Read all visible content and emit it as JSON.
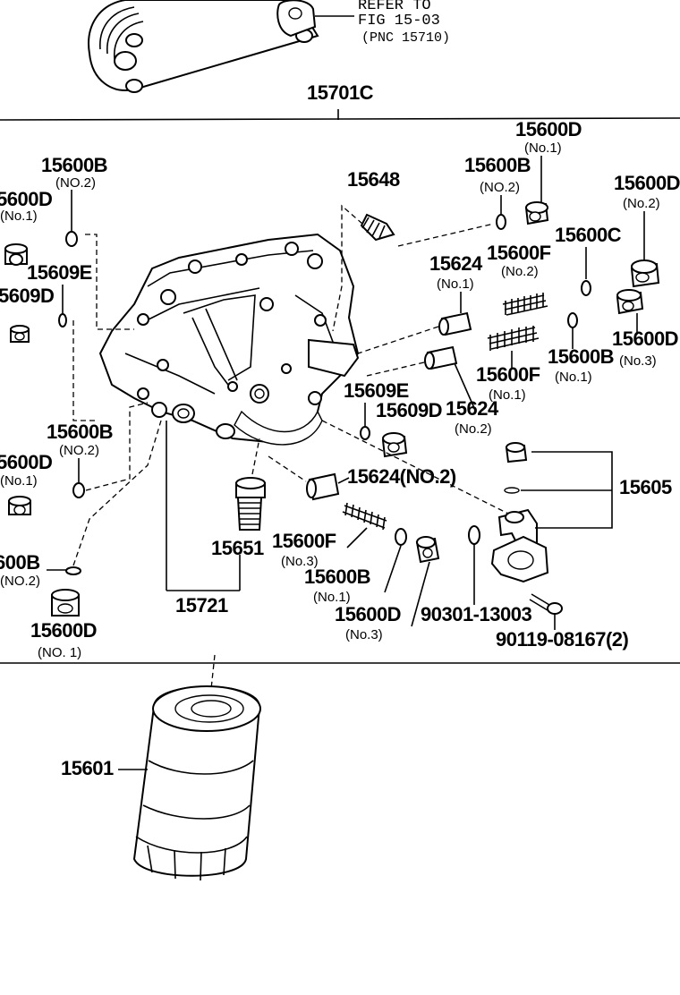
{
  "diagram": {
    "refer": {
      "line1": "REFER TO",
      "line2": "FIG 15-03",
      "line3": "(PNC 15710)"
    },
    "labels": {
      "p15701C": "15701C",
      "p15600D_top": "15600D",
      "p15600D_top_sub": "(No.1)",
      "p15600B_tl": "15600B",
      "p15600B_tl_sub": "(NO.2)",
      "p15600D_l1": "5600D",
      "p15600D_l1_sub": "(No.1)",
      "p15609E_l": "15609E",
      "p15609D_l": "5609D",
      "p15648": "15648",
      "p15600B_tr": "15600B",
      "p15600B_tr_sub": "(NO.2)",
      "p15600D_r2": "15600D",
      "p15600D_r2_sub": "(No.2)",
      "p15600C": "15600C",
      "p15624_1": "15624",
      "p15624_1_sub": "(No.1)",
      "p15600F_2": "15600F",
      "p15600F_2_sub": "(No.2)",
      "p15600D_r3": "15600D",
      "p15600D_r3_sub": "(No.3)",
      "p15600B_r1": "15600B",
      "p15600B_r1_sub": "(No.1)",
      "p15600F_1": "15600F",
      "p15600F_1_sub": "(No.1)",
      "p15609E_m": "15609E",
      "p15609D_m": "15609D",
      "p15624_2": "15624",
      "p15624_2_sub": "(No.2)",
      "p15600B_ml": "15600B",
      "p15600B_ml_sub": "(NO.2)",
      "p15600D_l2": "5600D",
      "p15600D_l2_sub": "(No.1)",
      "p15624_no2": "15624(NO.2)",
      "p15605": "15605",
      "p15651": "15651",
      "p15600F_3": "15600F",
      "p15600F_3_sub": "(No.3)",
      "p15600B_b1": "15600B",
      "p15600B_b1_sub": "(No.1)",
      "p15600B_bl": "600B",
      "p15600B_bl_sub": "(NO.2)",
      "p15600D_bl": "15600D",
      "p15600D_bl_sub": "(NO. 1)",
      "p15721": "15721",
      "p15600D_b3": "15600D",
      "p15600D_b3_sub": "(No.3)",
      "p90301": "90301-13003",
      "p90119": "90119-08167(2)",
      "p15601": "15601"
    }
  }
}
